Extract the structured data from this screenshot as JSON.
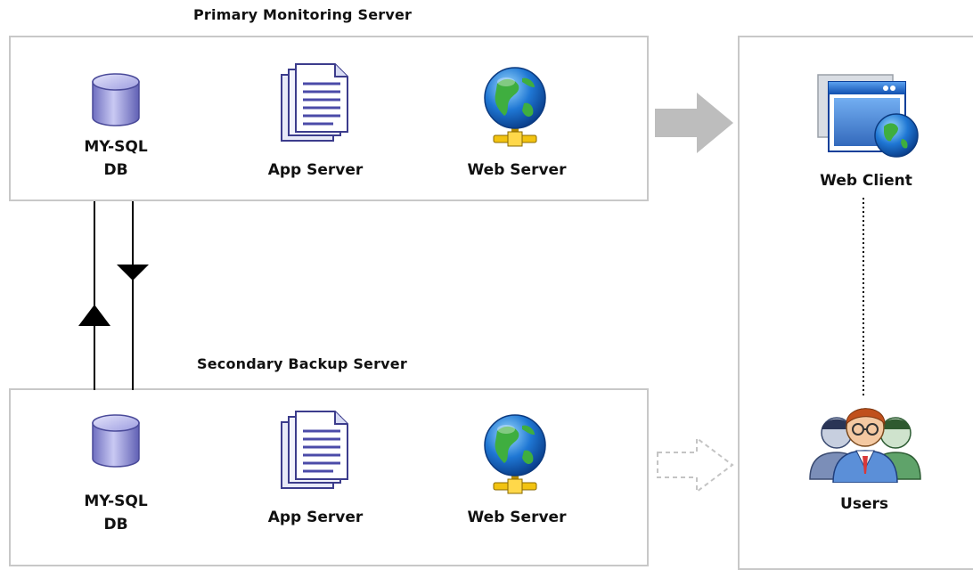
{
  "primary": {
    "title": "Primary Monitoring Server",
    "db_label_1": "MY-SQL",
    "db_label_2": "DB",
    "app_label": "App Server",
    "web_label": "Web Server"
  },
  "secondary": {
    "title": "Secondary Backup Server",
    "db_label_1": "MY-SQL",
    "db_label_2": "DB",
    "app_label": "App Server",
    "web_label": "Web Server"
  },
  "client": {
    "web_client_label": "Web Client",
    "users_label": "Users"
  },
  "icons": {
    "database": "database-icon",
    "document": "document-stack-icon",
    "globe": "globe-network-icon",
    "web_client": "browser-window-globe-icon",
    "users": "users-group-icon"
  },
  "colors": {
    "box_border": "#c8c8c8",
    "solid_arrow": "#bdbdbd",
    "dashed_arrow": "#c4c4c4",
    "sync_arrows": "#000000"
  }
}
